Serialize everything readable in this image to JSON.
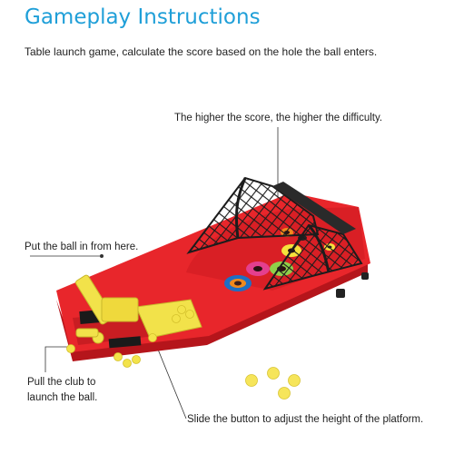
{
  "header": {
    "title": "Gameplay Instructions",
    "subtitle": "Table launch game, calculate the score based on the hole the ball enters."
  },
  "callouts": {
    "score": "The higher the score, the higher the difficulty.",
    "put_ball": "Put the ball in from here.",
    "pull_club_line1": "Pull the club to",
    "pull_club_line2": "launch the ball.",
    "slide_button": "Slide the button to adjust the height of the platform."
  },
  "colors": {
    "title": "#1f9fd8",
    "board": "#e8262b",
    "launcher": "#f2e24a",
    "net": "#222222"
  },
  "icons": [
    "game-board",
    "launcher",
    "ball"
  ]
}
